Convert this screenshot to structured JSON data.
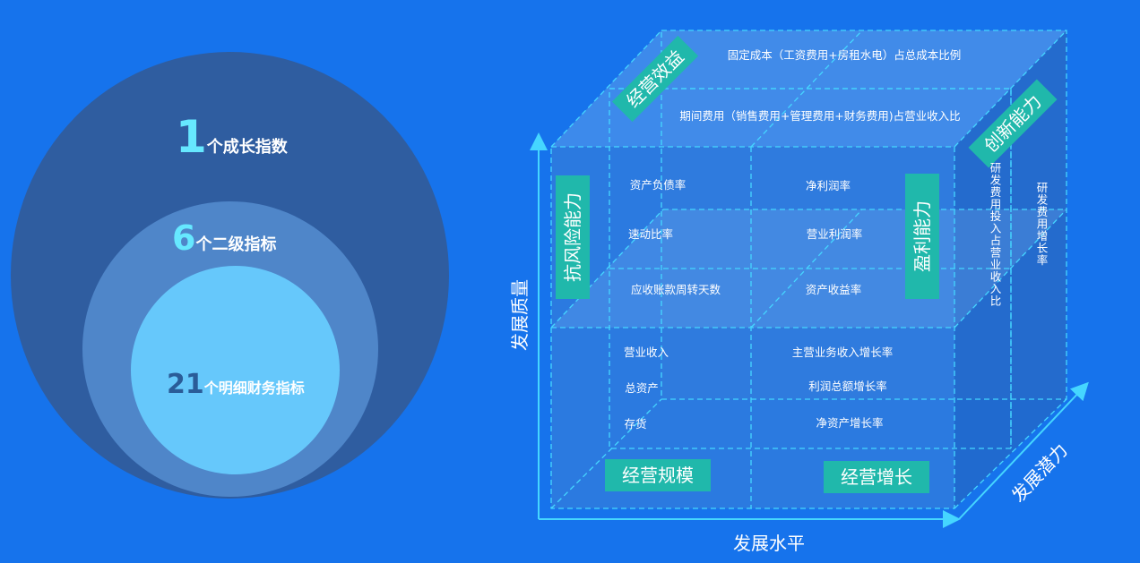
{
  "indices": {
    "growth": {
      "num": "1",
      "text": "个成长指数"
    },
    "secondary": {
      "num": "6",
      "text": "个二级指标"
    },
    "detail": {
      "num": "21",
      "text": "个明细财务指标"
    }
  },
  "axes": {
    "vertical": "发展质量",
    "horizontal": "发展水平",
    "depth": "发展潜力"
  },
  "dimensions": {
    "operating_benefit": "经营效益",
    "innovation": "创新能力",
    "risk_resistance": "抗风险能力",
    "profitability": "盈利能力",
    "operating_scale": "经营规模",
    "operating_growth": "经营增长"
  },
  "top_metrics": {
    "fixed_cost_ratio": "固定成本（工资费用+房租水电）占总成本比例",
    "period_expense_ratio": "期间费用（销售费用+管理费用+财务费用)占营业收入比"
  },
  "risk_metrics": [
    "资产负债率",
    "速动比率",
    "应收账款周转天数"
  ],
  "profit_metrics": [
    "净利润率",
    "营业利润率",
    "资产收益率"
  ],
  "scale_metrics": [
    "营业收入",
    "总资产",
    "存货"
  ],
  "growth_metrics": [
    "主营业务收入增长率",
    "利润总额增长率",
    "净资产增长率"
  ],
  "rd_metrics": {
    "rd_ratio": "研发费用投入占营业收入比",
    "rd_growth": "研发费用增长率"
  },
  "colors": {
    "background": "#1673ec",
    "outer_circle": "#2f5da0",
    "middle_circle": "#4f86c9",
    "inner_circle": "#66c8fb",
    "tag": "#20b8ab",
    "highlight_number": "#66e8ff",
    "dashed_line": "#45d6ff"
  }
}
